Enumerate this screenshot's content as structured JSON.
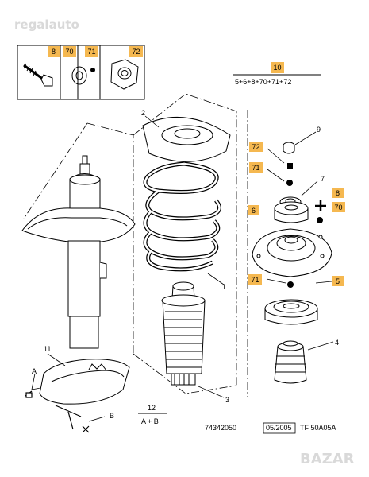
{
  "watermark_top": "regalauto",
  "watermark_bottom": "BAZAR",
  "kit_box": {
    "items": [
      "8",
      "70",
      "71",
      "72"
    ]
  },
  "kit_formula": {
    "number": "10",
    "formula": "5+6+8+70+71+72"
  },
  "part_labels": {
    "p1": "1",
    "p2": "2",
    "p3": "3",
    "p4": "4",
    "p7": "7",
    "p9": "9",
    "p11": "11",
    "pA": "A",
    "pB": "B"
  },
  "tagged_labels": {
    "t72": "72",
    "t71a": "71",
    "t8": "8",
    "t6": "6",
    "t70": "70",
    "t71b": "71",
    "t5": "5"
  },
  "formula_12": {
    "number": "12",
    "formula": "A + B"
  },
  "footer": {
    "ref": "74342050",
    "date": "05/2005",
    "code": "TF 50A05A"
  },
  "colors": {
    "tag_fill": "#f5b850",
    "line": "#000000",
    "watermark": "#d9d9d9"
  }
}
